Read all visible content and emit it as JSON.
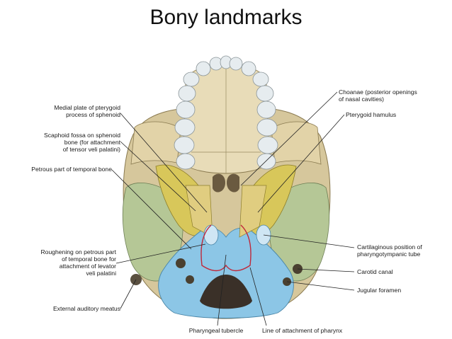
{
  "title": "Bony landmarks",
  "labels": {
    "medial_plate": "Medial plate of pterygoid\nprocess of sphenoid",
    "scaphoid_fossa": "Scaphoid fossa on sphenoid\nbone (for attachment\nof tensor veli palatini)",
    "petrous_part": "Petrous part of temporal bone",
    "roughening": "Roughening on petrous part\nof temporal bone for\nattachment of levator\nveli palatini",
    "external_auditory": "External auditory meatus",
    "choanae": "Choanae (posterior openings\nof nasal cavities)",
    "pterygoid_hamulus": "Pterygoid hamulus",
    "cartilaginous": "Cartilaginous position of\npharyngotympanic tube",
    "carotid_canal": "Carotid canal",
    "jugular_foramen": "Jugular foramen",
    "pharyngeal_tubercle": "Pharyngeal tubercle",
    "line_attachment": "Line of attachment of pharynx"
  },
  "colors": {
    "bone": "#e6d8b0",
    "sphenoid": "#d9c85a",
    "temporal": "#b8c89a",
    "occipital": "#8fc8e8",
    "teeth": "#e8eef0",
    "attachment_line": "#c0283a",
    "leader": "#222222"
  }
}
